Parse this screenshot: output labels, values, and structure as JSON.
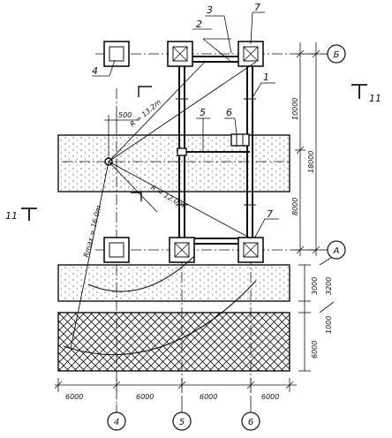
{
  "axes": {
    "rows": [
      "Б",
      "А"
    ],
    "columns": [
      "4",
      "5",
      "6"
    ]
  },
  "callouts": [
    "1",
    "2",
    "3",
    "4",
    "5",
    "6",
    "7"
  ],
  "section_marks": {
    "left": "11",
    "right": "11"
  },
  "radii": {
    "r1": "R = 13.2m",
    "r2": "R = 12.0m",
    "rmax": "Rmax = 16.0m"
  },
  "offset_500": "500",
  "right_dims": {
    "upper": "10000",
    "lower": "8000",
    "total": "18000",
    "band1": "3000",
    "band1_alt": "3200",
    "band2": "6000",
    "band2_alt": "1000"
  },
  "bottom_dims": [
    "6000",
    "6000",
    "6000",
    "6000"
  ],
  "colors": {
    "line": "#111111",
    "background": "#ffffff"
  }
}
